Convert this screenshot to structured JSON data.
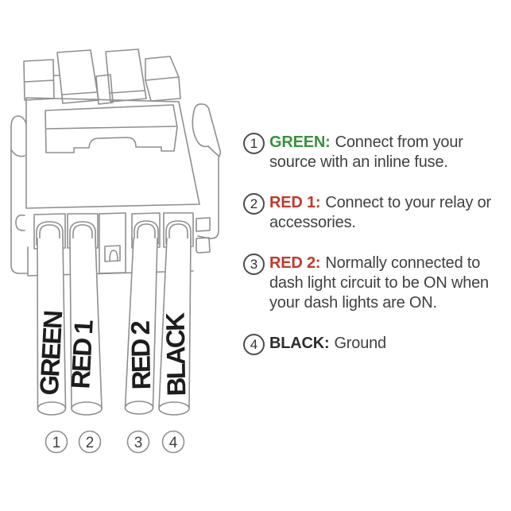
{
  "page": {
    "background": "#ffffff",
    "ink_color": "#8f8f8f"
  },
  "diagram": {
    "name": "push-switch-connector-line-drawing",
    "wires": [
      {
        "number": "1",
        "label": "GREEN"
      },
      {
        "number": "2",
        "label": "RED 1"
      },
      {
        "number": "3",
        "label": "RED 2"
      },
      {
        "number": "4",
        "label": "BLACK"
      }
    ]
  },
  "legend": {
    "items": [
      {
        "number": "1",
        "label": "GREEN:",
        "label_color": "#3a9140",
        "text": "Connect from your source with an inline fuse."
      },
      {
        "number": "2",
        "label": "RED 1:",
        "label_color": "#c13a2c",
        "text": "Connect to your relay or accessories."
      },
      {
        "number": "3",
        "label": "RED 2:",
        "label_color": "#c13a2c",
        "text": "Normally connected to dash light circuit to be ON when your dash lights are ON."
      },
      {
        "number": "4",
        "label": "BLACK:",
        "label_color": "#2e2e2e",
        "text": "Ground"
      }
    ]
  }
}
